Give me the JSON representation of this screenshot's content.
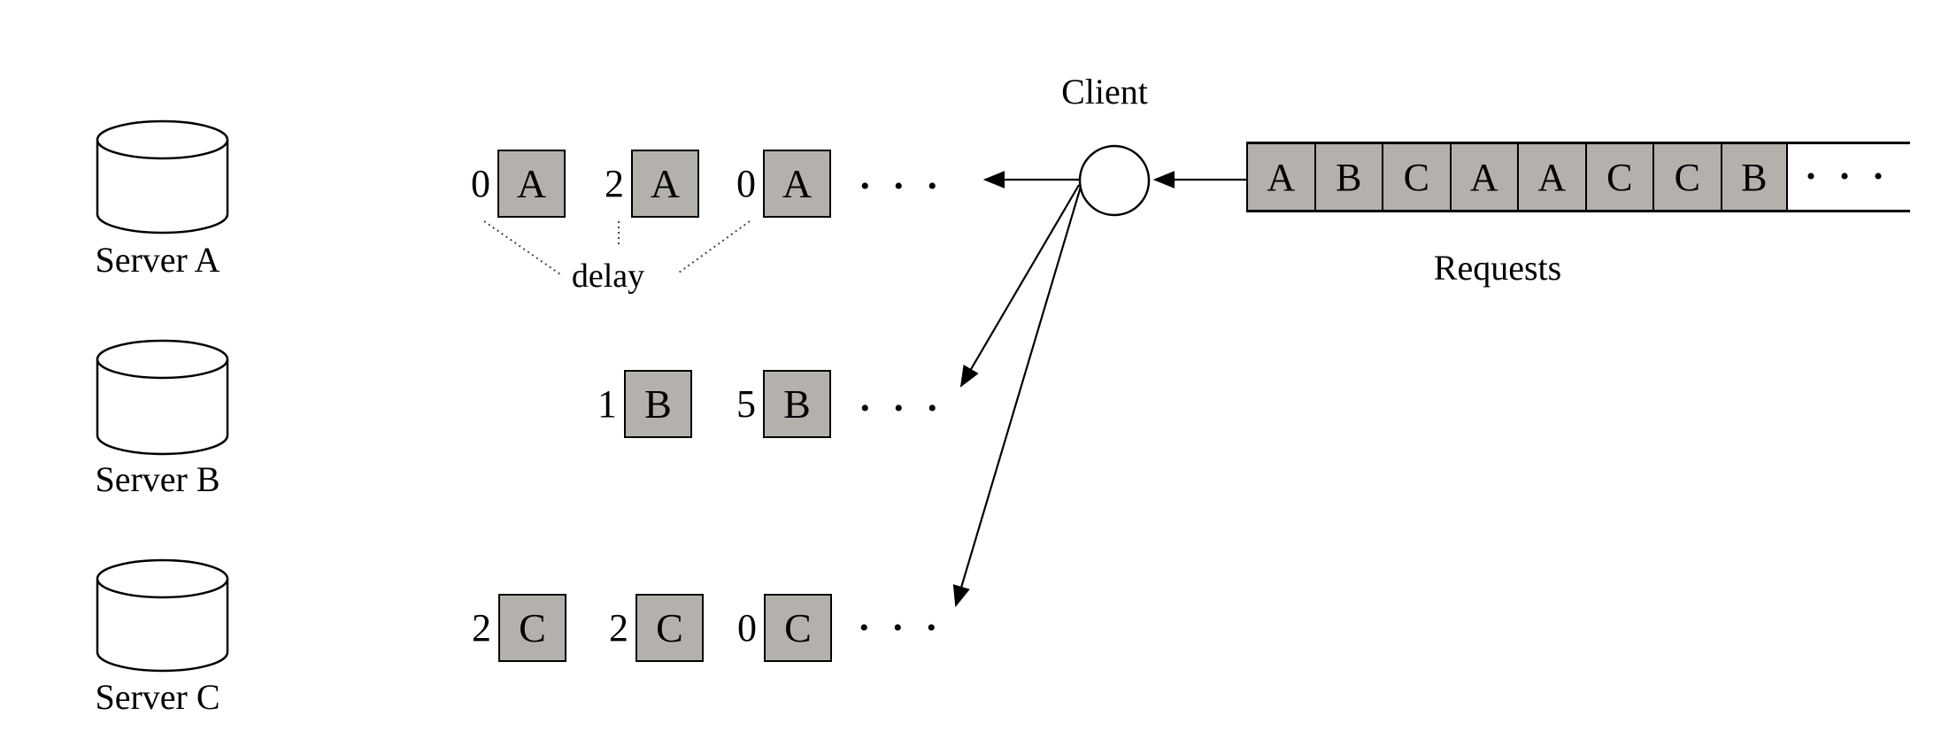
{
  "client": {
    "label": "Client"
  },
  "queue": {
    "label": "Requests",
    "cells": [
      "A",
      "B",
      "C",
      "A",
      "A",
      "C",
      "C",
      "B"
    ],
    "ellipsis": "• • •"
  },
  "delay_label": "delay",
  "servers": [
    {
      "label": "Server A"
    },
    {
      "label": "Server B"
    },
    {
      "label": "Server C"
    }
  ],
  "rows": [
    {
      "server": "A",
      "items": [
        {
          "delay": "0",
          "letter": "A"
        },
        {
          "delay": "2",
          "letter": "A"
        },
        {
          "delay": "0",
          "letter": "A"
        }
      ],
      "ellipsis": "• • •"
    },
    {
      "server": "B",
      "items": [
        {
          "delay": "1",
          "letter": "B"
        },
        {
          "delay": "5",
          "letter": "B"
        }
      ],
      "ellipsis": "• • •"
    },
    {
      "server": "C",
      "items": [
        {
          "delay": "2",
          "letter": "C"
        },
        {
          "delay": "2",
          "letter": "C"
        },
        {
          "delay": "0",
          "letter": "C"
        }
      ],
      "ellipsis": "• • •"
    }
  ],
  "colors": {
    "box_fill": "#b4b1ac",
    "line": "#000000",
    "background": "#ffffff"
  }
}
